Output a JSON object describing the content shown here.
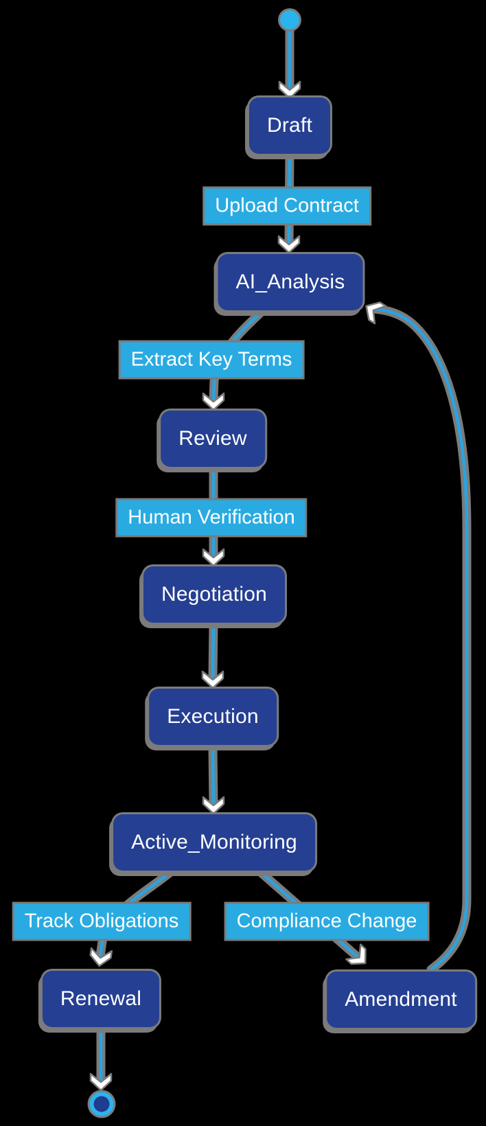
{
  "diagram": {
    "kind": "state-diagram",
    "background": "#000000",
    "colors": {
      "node_fill": "#253f92",
      "node_text": "#ffffff",
      "edge_label_bg": "#29abe2",
      "edge_label_text": "#ffffff",
      "edge_line": "#2aa3e0",
      "edge_outline": "#7b7b7b",
      "terminal_fill": "#2bb3ec"
    },
    "nodes": [
      {
        "id": "start",
        "kind": "initial-state",
        "label": ""
      },
      {
        "id": "draft",
        "label": "Draft"
      },
      {
        "id": "ai_analysis",
        "label": "AI_Analysis"
      },
      {
        "id": "review",
        "label": "Review"
      },
      {
        "id": "negotiation",
        "label": "Negotiation"
      },
      {
        "id": "execution",
        "label": "Execution"
      },
      {
        "id": "active_monitoring",
        "label": "Active_Monitoring"
      },
      {
        "id": "renewal",
        "label": "Renewal"
      },
      {
        "id": "amendment",
        "label": "Amendment"
      },
      {
        "id": "end",
        "kind": "final-state",
        "label": ""
      }
    ],
    "edges": [
      {
        "from": "start",
        "to": "Draft",
        "label": ""
      },
      {
        "from": "Draft",
        "to": "AI_Analysis",
        "label": "Upload Contract"
      },
      {
        "from": "AI_Analysis",
        "to": "Review",
        "label": "Extract Key Terms"
      },
      {
        "from": "Review",
        "to": "Negotiation",
        "label": "Human Verification"
      },
      {
        "from": "Negotiation",
        "to": "Execution",
        "label": ""
      },
      {
        "from": "Execution",
        "to": "Active_Monitoring",
        "label": ""
      },
      {
        "from": "Active_Monitoring",
        "to": "Renewal",
        "label": "Track Obligations"
      },
      {
        "from": "Active_Monitoring",
        "to": "Amendment",
        "label": "Compliance Change"
      },
      {
        "from": "Renewal",
        "to": "end",
        "label": ""
      },
      {
        "from": "Amendment",
        "to": "AI_Analysis",
        "label": ""
      }
    ]
  }
}
